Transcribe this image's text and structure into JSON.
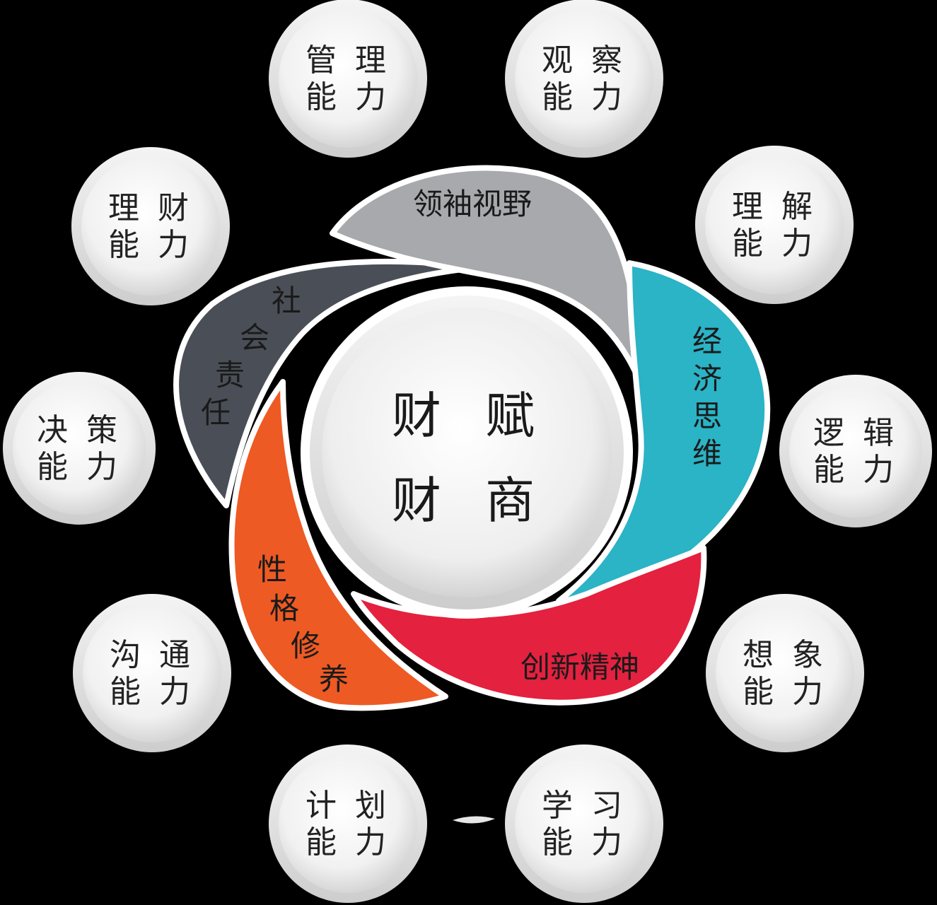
{
  "center": {
    "line1": "财 赋",
    "line2": "财 商"
  },
  "petals": [
    {
      "id": "leadership",
      "text": "领袖视野",
      "color": "#a7a9ad"
    },
    {
      "id": "economic",
      "text": "经济思维",
      "color": "#2bb3c6"
    },
    {
      "id": "innovation",
      "text": "创新精神",
      "color": "#e4213f"
    },
    {
      "id": "character",
      "text": "性格修养",
      "color": "#ee5a24"
    },
    {
      "id": "social",
      "text": "社会责任",
      "color": "#4a4f57"
    }
  ],
  "bubbles": [
    {
      "id": "management",
      "line1": "管 理",
      "line2": "能 力"
    },
    {
      "id": "observation",
      "line1": "观 察",
      "line2": "能 力"
    },
    {
      "id": "understanding",
      "line1": "理 解",
      "line2": "能 力"
    },
    {
      "id": "logic",
      "line1": "逻 辑",
      "line2": "能 力"
    },
    {
      "id": "imagination",
      "line1": "想 象",
      "line2": "能 力"
    },
    {
      "id": "learning",
      "line1": "学 习",
      "line2": "能 力"
    },
    {
      "id": "planning",
      "line1": "计 划",
      "line2": "能 力"
    },
    {
      "id": "communication",
      "line1": "沟 通",
      "line2": "能 力"
    },
    {
      "id": "decision",
      "line1": "决 策",
      "line2": "能 力"
    },
    {
      "id": "finance",
      "line1": "理 财",
      "line2": "能 力"
    }
  ]
}
